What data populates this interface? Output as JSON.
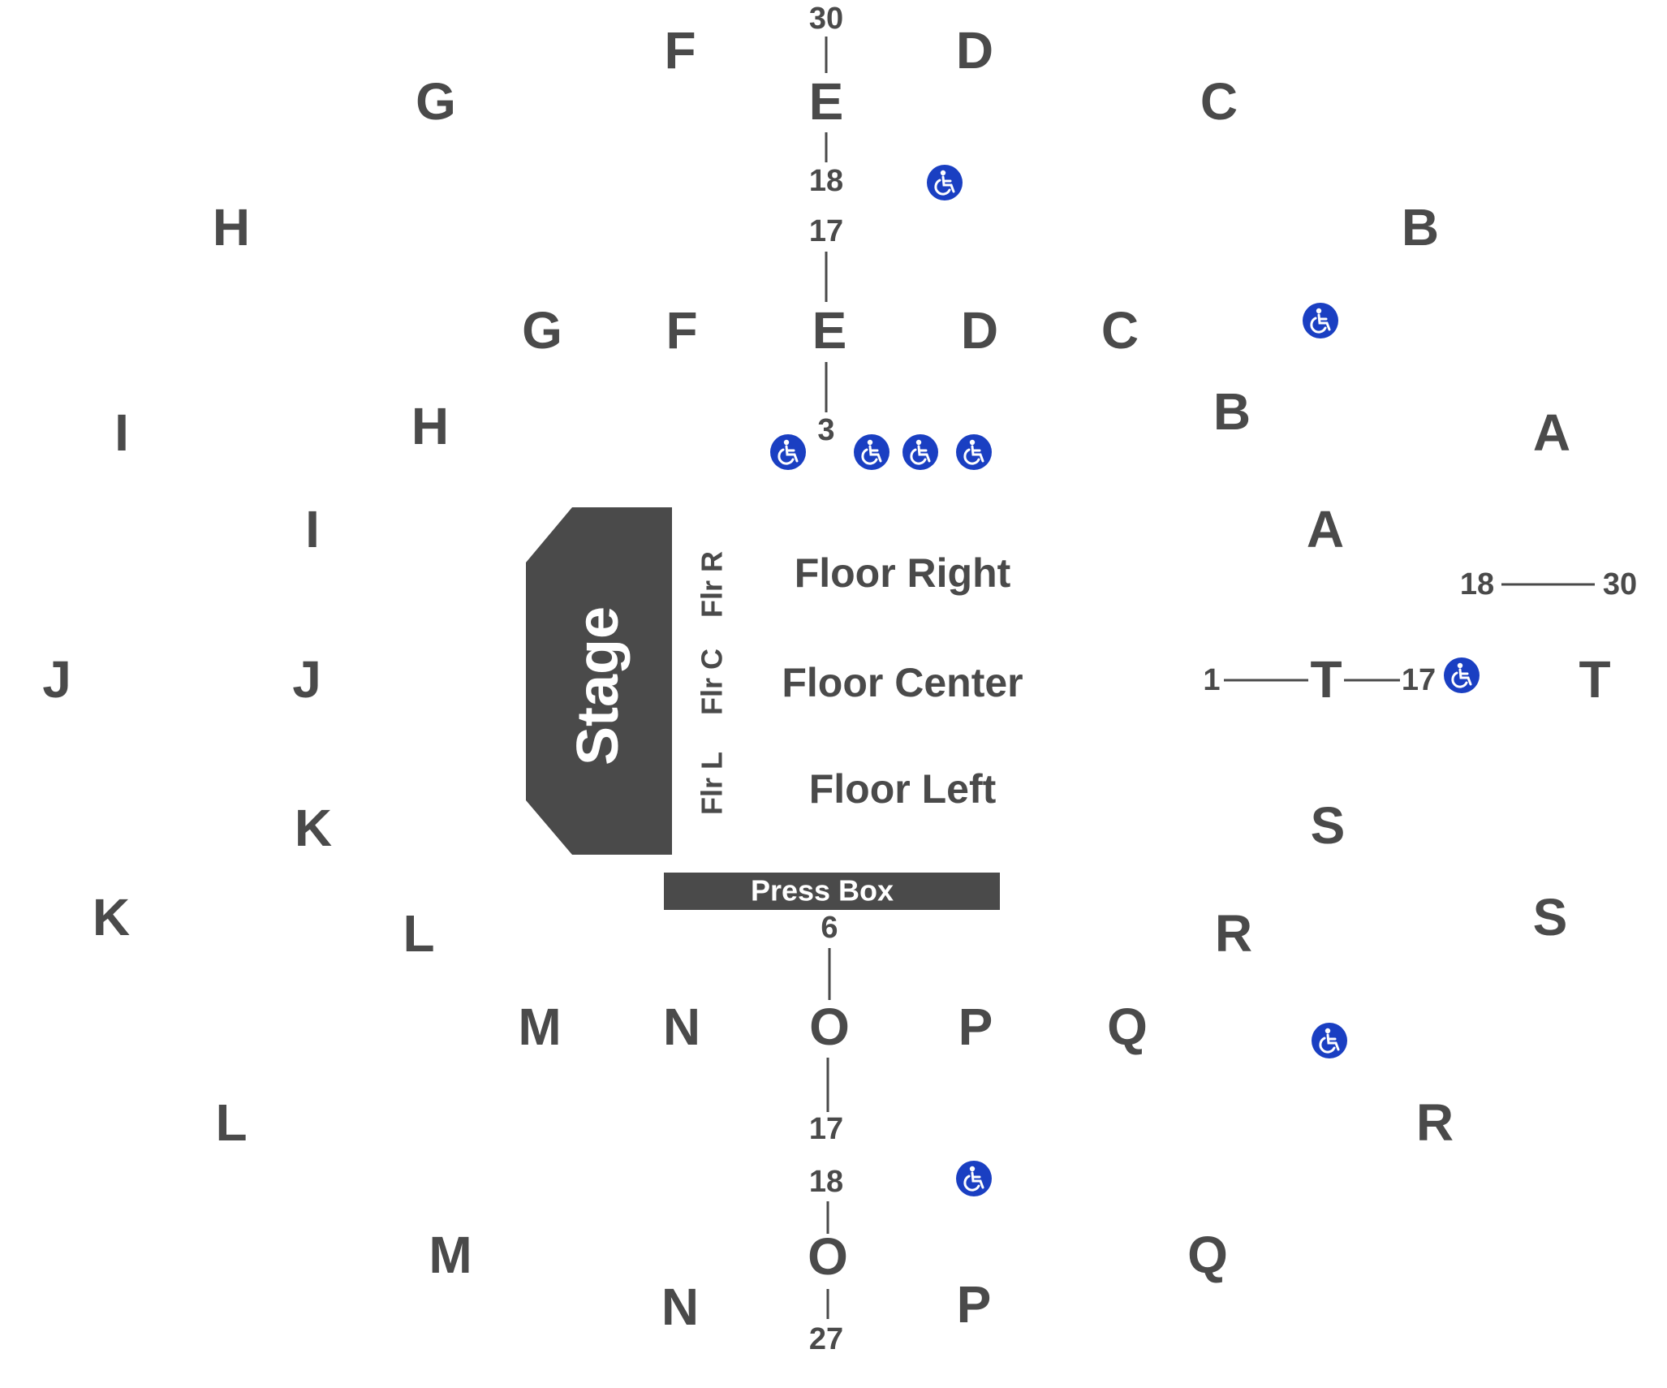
{
  "stage": {
    "label": "Stage"
  },
  "press_box": {
    "label": "Press Box"
  },
  "floor": {
    "right": "Floor Right",
    "center": "Floor Center",
    "left": "Floor Left",
    "abbr_right": "Flr R",
    "abbr_center": "Flr C",
    "abbr_left": "Flr L"
  },
  "sections": {
    "upper_top": [
      "G",
      "F",
      "E",
      "D",
      "C"
    ],
    "upper_sides": [
      "H",
      "B",
      "I",
      "A",
      "J",
      "T",
      "K",
      "S",
      "L",
      "R"
    ],
    "upper_bottom": [
      "M",
      "N",
      "O",
      "P",
      "Q"
    ],
    "lower_top": [
      "G",
      "F",
      "E",
      "D",
      "C"
    ],
    "lower_sides": [
      "H",
      "B",
      "I",
      "A",
      "J",
      "T",
      "K",
      "S",
      "L",
      "R"
    ],
    "lower_bottom": [
      "M",
      "N",
      "O",
      "P",
      "Q"
    ]
  },
  "row_labels": {
    "e_upper_top": "30",
    "e_upper_bottom": "18",
    "e_lower_top": "17",
    "e_lower_bottom": "3",
    "a_first": "18",
    "a_last": "30",
    "t_first": "1",
    "t_last": "17",
    "o_lower_top": "6",
    "o_lower_bottom": "17",
    "o_upper_top": "18",
    "o_upper_bottom": "27"
  },
  "accessible_icon": "wheelchair-icon",
  "colors": {
    "text": "#4a4a4a",
    "stage": "#4a4a4a",
    "accessible": "#1a3fc2",
    "background": "#ffffff"
  }
}
